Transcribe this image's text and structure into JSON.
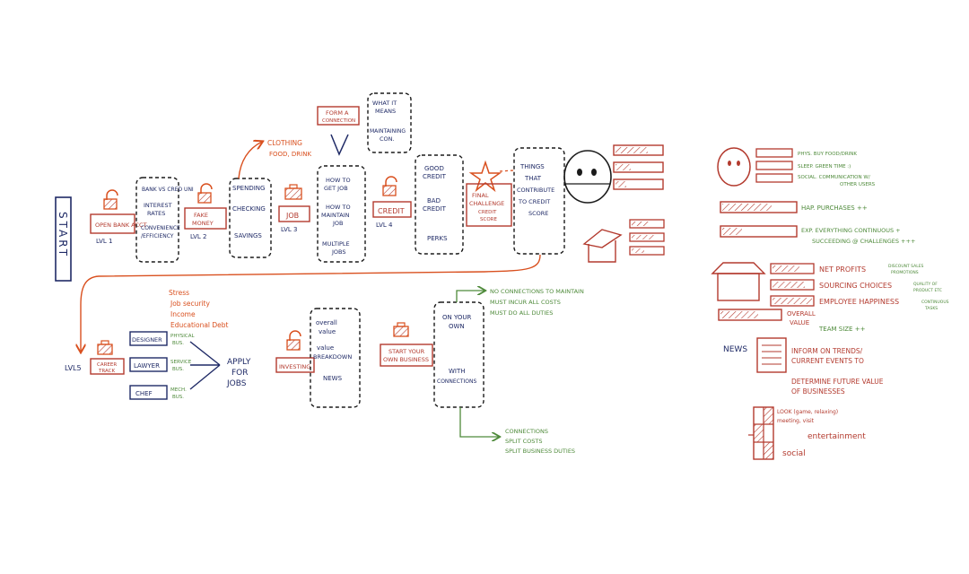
{
  "colors": {
    "navy": "#1f2a66",
    "red": "#b33a2e",
    "orange": "#d9501f",
    "green": "#4e8a3a",
    "black": "#1a1a1a"
  },
  "start": {
    "label": "START"
  },
  "row1": {
    "open_bank": "OPEN BANK ACCT",
    "lvl1": "LVL 1",
    "bank_vs_credit_union": "BANK VS CRED UNI",
    "interest_rates_1": "INTEREST",
    "interest_rates_2": "RATES",
    "convenience": "CONVENIENCE",
    "efficiency": "/EFFICIENCY",
    "fake_money_1": "FAKE",
    "fake_money_2": "MONEY",
    "lvl2": "LVL 2",
    "spending": "SPENDING",
    "checking": "CHECKING",
    "savings": "SAVINGS",
    "clothing": "CLOTHING",
    "food_drink": "FOOD, DRINK",
    "job": "JOB",
    "lvl3": "LVL 3",
    "form_connection_1": "FORM A",
    "form_connection_2": "CONNECTION",
    "what_it_means_1": "WHAT IT",
    "what_it_means_2": "MEANS",
    "maintaining_1": "MAINTAINING",
    "maintaining_2": "CON.",
    "how_to_get_job_1": "HOW TO",
    "how_to_get_job_2": "GET JOB",
    "how_to_maintain_1": "HOW TO",
    "how_to_maintain_2": "MAINTAIN",
    "how_to_maintain_3": "JOB",
    "multiple_jobs_1": "MULTIPLE",
    "multiple_jobs_2": "JOBS",
    "credit": "CREDIT",
    "lvl4": "LVL 4",
    "good_credit_1": "GOOD",
    "good_credit_2": "CREDIT",
    "bad_credit_1": "BAD",
    "bad_credit_2": "CREDIT",
    "perks": "PERKS",
    "final_challenge_1": "FINAL",
    "final_challenge_2": "CHALLENGE",
    "credit_score_1": "CREDIT",
    "credit_score_2": "SCORE",
    "things_1": "THINGS",
    "things_2": "THAT",
    "things_3": "CONTRIBUTE",
    "things_4": "TO CREDIT",
    "things_5": "SCORE"
  },
  "row2": {
    "lvl5": "LVL5",
    "career_track_1": "CAREER",
    "career_track_2": "TRACK",
    "designer": "DESIGNER",
    "lawyer": "LAWYER",
    "chef": "CHEF",
    "designer_note_1": "PHYSICAL",
    "designer_note_2": "BUS.",
    "lawyer_note_1": "SERVICE",
    "lawyer_note_2": "BUS.",
    "chef_note_1": "MECH.",
    "chef_note_2": "BUS.",
    "stress_1": "Stress",
    "stress_2": "Job security",
    "stress_3": "Income",
    "stress_4": "Educational Debt",
    "apply_1": "APPLY",
    "apply_2": "FOR",
    "apply_3": "JOBS",
    "investing": "INVESTING",
    "overall_value_1": "overall",
    "overall_value_2": "value",
    "value_breakdown_1": "value",
    "value_breakdown_2": "BREAKDOWN",
    "news": "NEWS",
    "start_business_1": "START YOUR",
    "start_business_2": "OWN BUSINESS",
    "on_your_own_1": "ON YOUR",
    "on_your_own_2": "OWN",
    "with_connections_1": "WITH",
    "with_connections_2": "CONNECTIONS",
    "no_connections_1": "NO CONNECTIONS TO MAINTAIN",
    "no_connections_2": "MUST INCUR ALL COSTS",
    "no_connections_3": "MUST DO ALL DUTIES",
    "connections_1": "CONNECTIONS",
    "connections_2": "SPLIT COSTS",
    "connections_3": "SPLIT BUSINESS DUTIES"
  },
  "legend": {
    "phys": "PHYS. BUY FOOD/DRINK",
    "sleep": "SLEEP. GREEN TIME :)",
    "social_1": "SOCIAL. COMMUNICATION W/",
    "social_2": "OTHER USERS",
    "hap": "HAP. PURCHASES ++",
    "exp_1": "EXP. EVERYTHING CONTINUOUS +",
    "exp_2": "SUCCEEDING @ CHALLENGES +++",
    "net_profits": "NET PROFITS",
    "net_profits_note_1": "DISCOUNT SALES",
    "net_profits_note_2": "PROMOTIONS",
    "sourcing": "SOURCING CHOICES",
    "sourcing_note_1": "QUALITY OF",
    "sourcing_note_2": "PRODUCT ETC",
    "employee": "EMPLOYEE HAPPINESS",
    "employee_note_1": "CONTINUOUS",
    "employee_note_2": "TASKS",
    "overall_1": "OVERALL",
    "overall_2": "VALUE",
    "team_size": "TEAM SIZE ++",
    "news": "NEWS",
    "inform_1": "INFORM ON TRENDS/",
    "inform_2": "CURRENT EVENTS TO",
    "inform_3": "DETERMINE FUTURE VALUE",
    "inform_4": "OF BUSINESSES",
    "look_1": "LOOK (game, relaxing)",
    "look_2": "meeting, visit",
    "entertainment": "entertainment",
    "social": "social"
  }
}
